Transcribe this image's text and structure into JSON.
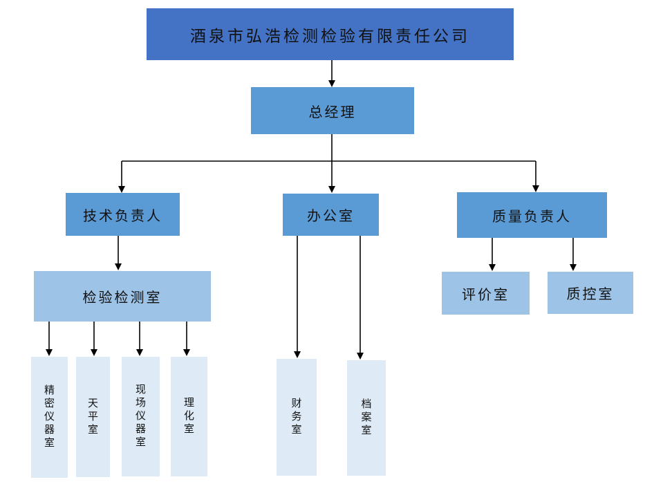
{
  "colors": {
    "top": "#4472c4",
    "mid": "#5b9bd5",
    "light": "#9dc3e6",
    "leaf": "#deebf7",
    "line": "#000000"
  },
  "org": {
    "company": "酒泉市弘浩检测检验有限责任公司",
    "general_manager": "总经理",
    "tech_lead": "技术负责人",
    "office": "办公室",
    "quality_lead": "质量负责人",
    "testing_room": "检验检测室",
    "evaluation_room": "评价室",
    "quality_control_room": "质控室",
    "precision_instrument_room": "精密仪器室",
    "balance_room": "天平室",
    "field_instrument_room": "现场仪器室",
    "physchem_room": "理化室",
    "finance_room": "财务室",
    "archive_room": "档案室"
  }
}
